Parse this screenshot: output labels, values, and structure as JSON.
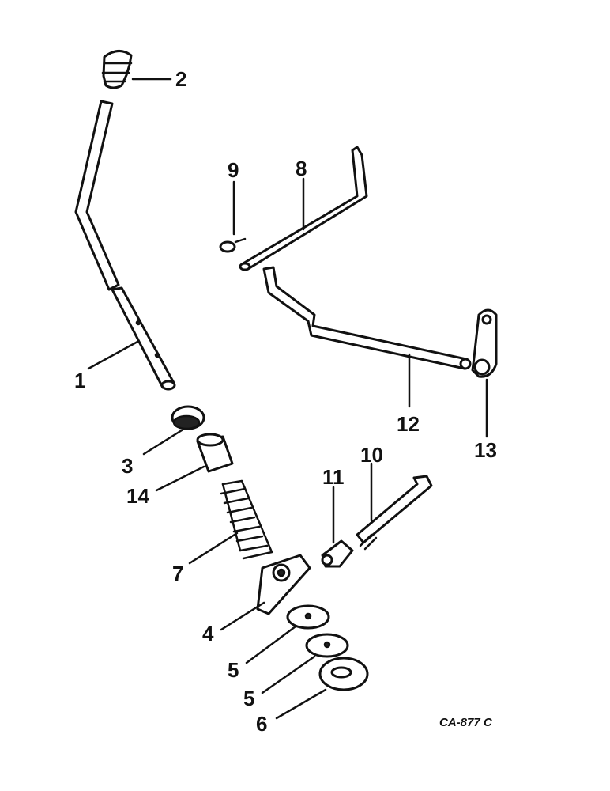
{
  "callouts": {
    "c1": "1",
    "c2": "2",
    "c3": "3",
    "c4": "4",
    "c5a": "5",
    "c5b": "5",
    "c6": "6",
    "c7": "7",
    "c8": "8",
    "c9": "9",
    "c10": "10",
    "c11": "11",
    "c12": "12",
    "c13": "13",
    "c14": "14"
  },
  "drawing_code": "CA-877 C"
}
